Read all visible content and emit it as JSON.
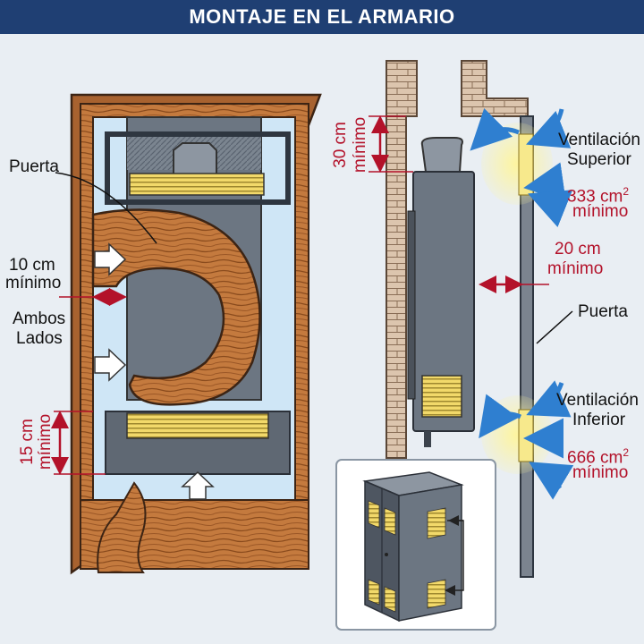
{
  "title": "MONTAJE EN EL ARMARIO",
  "labels": {
    "door": "Puerta",
    "side_clearance_value": "10 cm",
    "side_clearance_min": "mínimo",
    "both_sides_1": "Ambos",
    "both_sides_2": "Lados",
    "bottom_clearance_value": "15 cm",
    "bottom_clearance_min": "mínimo",
    "top_clearance_value": "30 cm",
    "top_clearance_min": "mínimo",
    "upper_vent_1": "Ventilación",
    "upper_vent_2": "Superior",
    "upper_vent_area": "333 cm",
    "upper_vent_area_min": "mínimo",
    "front_clearance_value": "20 cm",
    "front_clearance_min": "mínimo",
    "door_side": "Puerta",
    "lower_vent_1": "Ventilación",
    "lower_vent_2": "Inferior",
    "lower_vent_area": "666 cm",
    "lower_vent_area_min": "mínimo",
    "superscript": "2"
  },
  "colors": {
    "header": "#1f3f73",
    "wood": "#c47a3e",
    "cavity": "#cfe6f6",
    "heater": "#6c7682",
    "vent": "#f2d96a",
    "dimension": "#b3122a",
    "airflow": "#2f7fd0",
    "brick": "#d8c2ad"
  }
}
